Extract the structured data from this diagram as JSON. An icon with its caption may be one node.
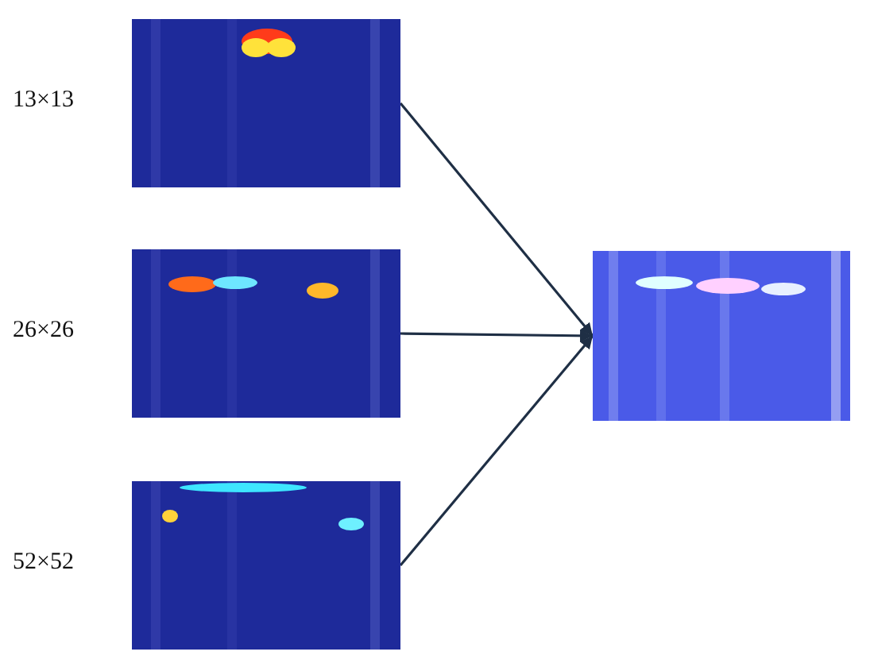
{
  "diagram": {
    "nodes": [
      {
        "text": [],
        "shape": "picture",
        "beside": [
          "13×13"
        ]
      },
      {
        "text": [],
        "shape": "picture",
        "beside": [
          "26×26"
        ]
      },
      {
        "text": [],
        "shape": "picture",
        "beside": [
          "52×52"
        ]
      },
      {
        "text": [],
        "shape": "picture"
      }
    ],
    "edges": [
      {
        "from": 0,
        "to": 3,
        "arrow": "to"
      },
      {
        "from": 1,
        "to": 3,
        "arrow": "to"
      },
      {
        "from": 2,
        "to": 3,
        "arrow": "to"
      }
    ]
  }
}
